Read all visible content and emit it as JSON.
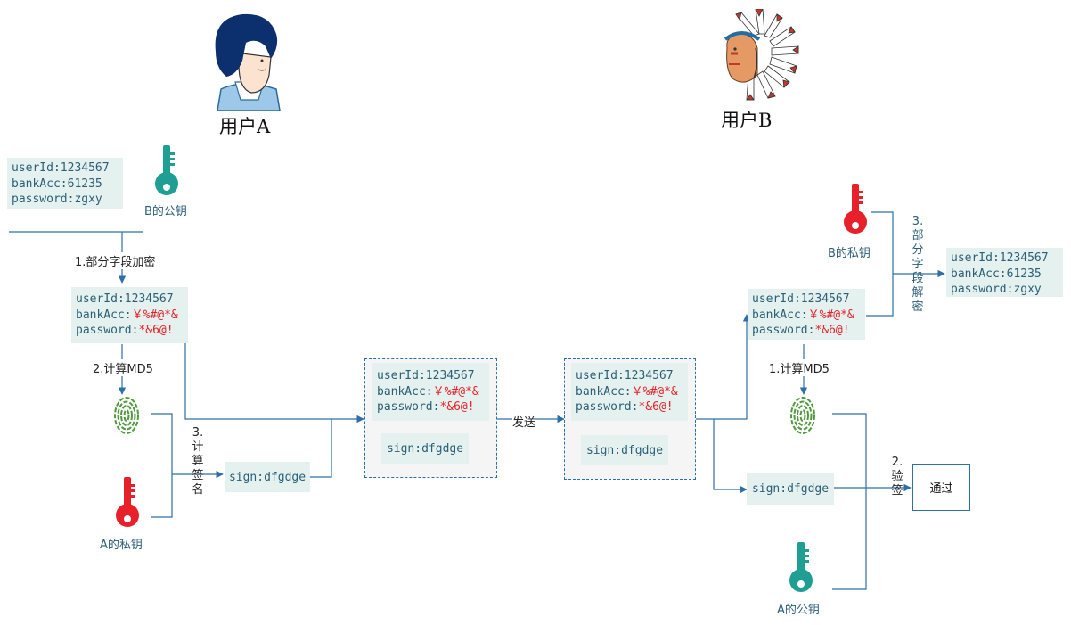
{
  "users": {
    "a": "用户A",
    "b": "用户B"
  },
  "keys": {
    "b_public": "B的公钥",
    "a_private": "A的私钥",
    "b_private": "B的私钥",
    "a_public": "A的公钥"
  },
  "plain_record": {
    "user_id": "userId:1234567",
    "bank_acc": "bankAcc:61235",
    "password": "password:zgxy"
  },
  "encrypted_record": {
    "user_id": "userId:1234567",
    "bank_acc_label": "bankAcc:",
    "bank_acc_value": "￥%#@*&",
    "password_label": "password:",
    "password_value": "*&6@!"
  },
  "sign_value": "sign:dfgdge",
  "steps": {
    "partial_encrypt": "1.部分字段加密",
    "calc_md5": "2.计算MD5",
    "calc_sign": "3.计算签名",
    "send": "发送",
    "calc_md5_b": "1.计算MD5",
    "verify": "2.验签",
    "partial_decrypt": "3.部分字段解密"
  },
  "result": "通过",
  "colors": {
    "flow": "#2d6fa8",
    "box_bg": "#e4f1ee",
    "text": "#2b5f78",
    "encrypted": "#e8202a",
    "teal_key": "#1f9e93",
    "red_key": "#e8202a",
    "fingerprint": "#4f9a3c"
  }
}
